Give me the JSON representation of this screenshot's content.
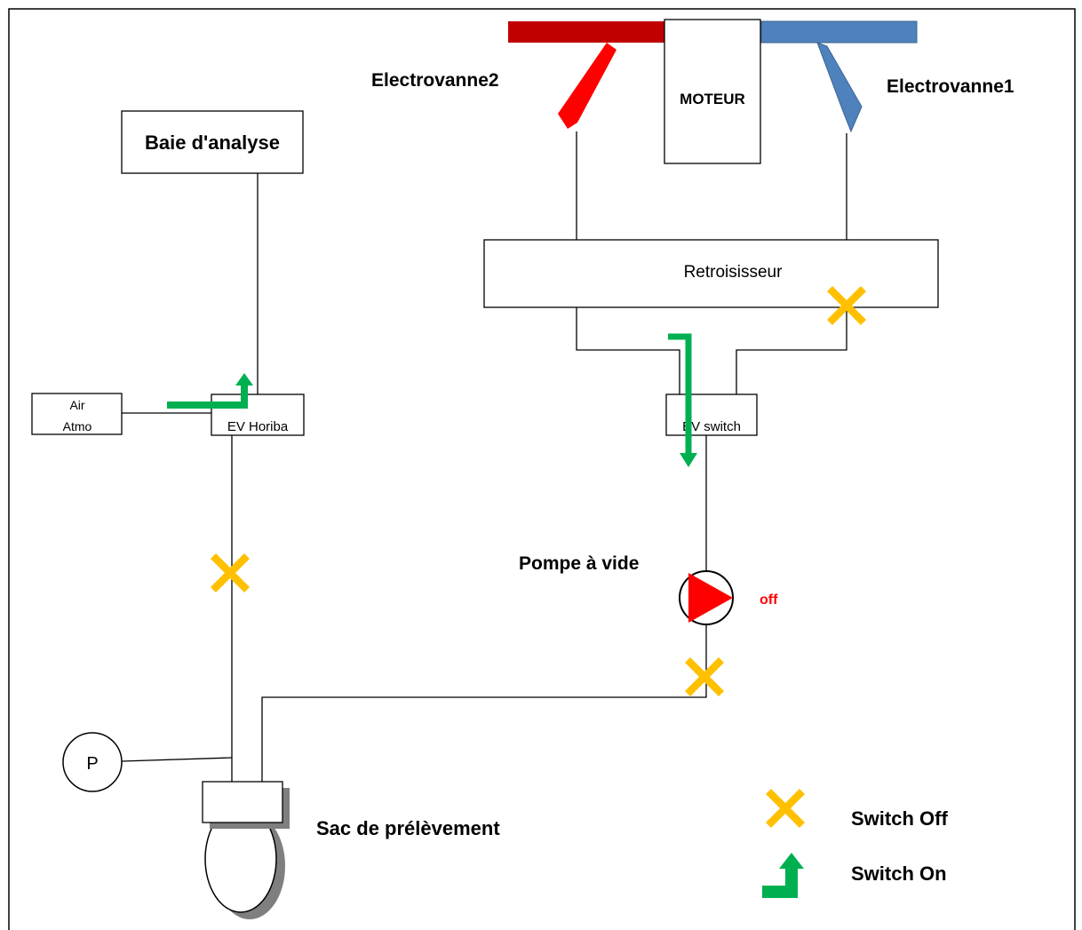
{
  "labels": {
    "baie": "Baie d'analyse",
    "electrovanne1": "Electrovanne1",
    "electrovanne2": "Electrovanne2",
    "moteur": "MOTEUR",
    "retroidisseur": "Retroisisseur",
    "air_line1": "Air",
    "air_line2": "Atmo",
    "ev_horiba": "EV Horiba",
    "ev_switch": "EV switch",
    "pompe": "Pompe à vide",
    "pompe_state": "off",
    "pressure": "P",
    "sac": "Sac de prélèvement"
  },
  "legend": {
    "off_label": "Switch Off",
    "on_label": "Switch On"
  },
  "colors": {
    "valve_red": "#ff0000",
    "bar_dark_red": "#c00000",
    "valve_blue": "#4f81bd",
    "switch_on_green": "#00b050",
    "switch_off_yellow": "#ffc000",
    "off_text": "#ff0000"
  }
}
